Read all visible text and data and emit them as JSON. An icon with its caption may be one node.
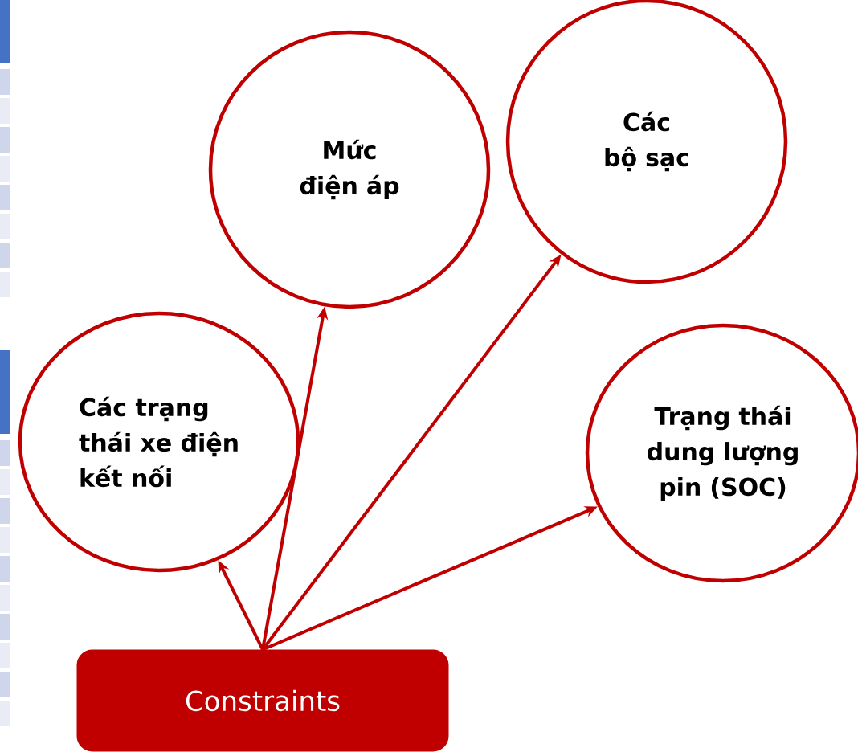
{
  "diagram": {
    "nodes": [
      {
        "text": [
          "Constraints"
        ]
      },
      {
        "text": [
          "Các trạng thái xe điện kết nối"
        ]
      },
      {
        "text": [
          "Mức điện áp"
        ]
      },
      {
        "text": [
          "Các bộ sạc"
        ]
      },
      {
        "text": [
          "Trạng thái dung lượng pin (SOC)"
        ]
      }
    ],
    "edges": [
      {
        "from": 0,
        "to": 1,
        "arrow": "to"
      },
      {
        "from": 0,
        "to": 2,
        "arrow": "to"
      },
      {
        "from": 0,
        "to": 3,
        "arrow": "to"
      },
      {
        "from": 0,
        "to": 4,
        "arrow": "to"
      }
    ]
  }
}
